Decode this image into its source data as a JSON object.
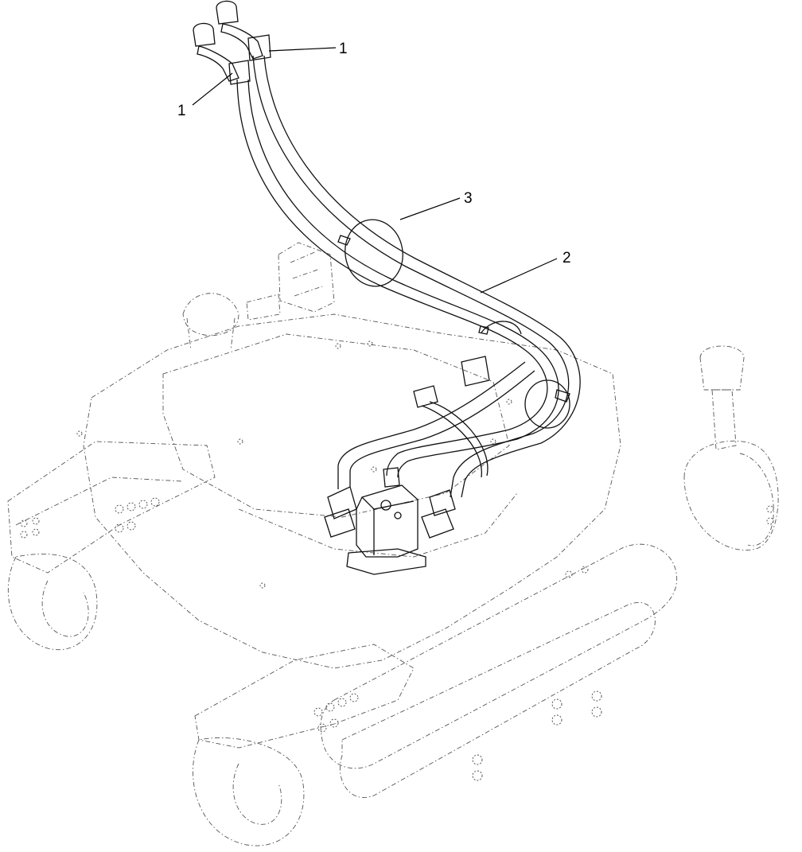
{
  "diagram": {
    "callouts": [
      {
        "id": "callout-1-upper",
        "text": "1"
      },
      {
        "id": "callout-1-lower",
        "text": "1"
      },
      {
        "id": "callout-3",
        "text": "3"
      },
      {
        "id": "callout-2",
        "text": "2"
      }
    ]
  }
}
